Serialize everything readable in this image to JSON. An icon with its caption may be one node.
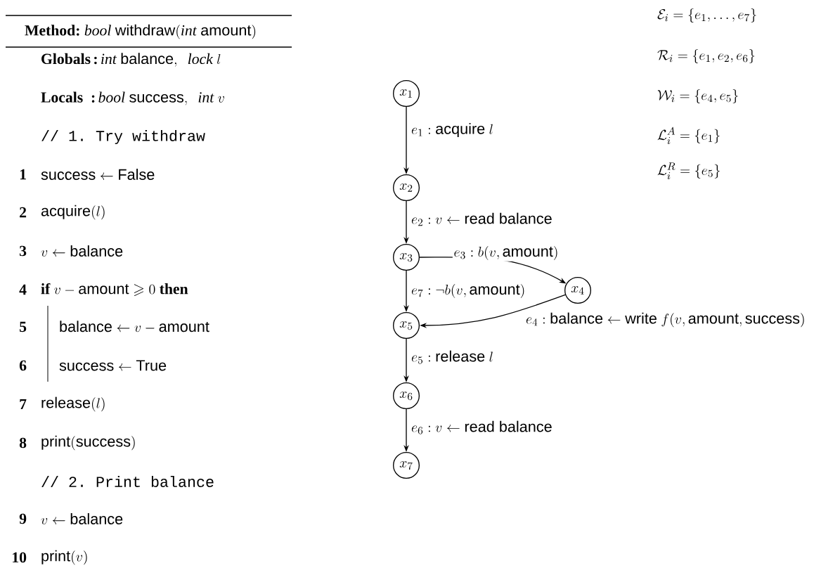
{
  "diagram": {
    "nodes": [
      {
        "text": [
          "x_1"
        ]
      },
      {
        "text": [
          "x_2"
        ]
      },
      {
        "text": [
          "x_3"
        ]
      },
      {
        "text": [
          "x_4"
        ]
      },
      {
        "text": [
          "x_5"
        ]
      },
      {
        "text": [
          "x_6"
        ]
      },
      {
        "text": [
          "x_7"
        ]
      }
    ],
    "edges": [
      {
        "from": 0,
        "to": 1,
        "arrow": "to",
        "label": "e_1 : \\textsf{acquire}\\ l"
      },
      {
        "from": 1,
        "to": 2,
        "arrow": "to",
        "label": "e_2 : v \\leftarrow \\textsf{read balance}"
      },
      {
        "from": 2,
        "to": 3,
        "arrow": "to",
        "label": "e_3 : b(v, \\textsf{amount})"
      },
      {
        "from": 2,
        "to": 4,
        "arrow": "to",
        "label": "e_7 : \\neg b(v, \\textsf{amount})"
      },
      {
        "from": 3,
        "to": 4,
        "arrow": "to",
        "label": "e_4 : \\textsf{balance} \\leftarrow \\textsf{write}\\ f(v, \\textsf{amount}, \\textsf{success})"
      },
      {
        "from": 4,
        "to": 5,
        "arrow": "to",
        "label": "e_5 : \\textsf{release}\\ l"
      },
      {
        "from": 5,
        "to": 6,
        "arrow": "to",
        "label": "e_6 : v \\leftarrow \\textsf{read balance}"
      }
    ],
    "labels": [
      "\\textbf{Method:}\\ \\mathit{bool}\\ \\textsf{withdraw}(\\mathit{int}\\ \\textsf{amount})",
      "\\textbf{Globals}\\,\\textbf{:}\\,\\mathit{int}\\ \\textsf{balance},\\ \\ \\mathit{lock}\\ l",
      "\\textbf{Locals}\\ \\ \\textbf{:}\\,\\mathit{bool}\\ \\textsf{success},\\ \\ \\mathit{int}\\ v",
      "// 1. Try withdraw",
      "1",
      "\\textsf{success} \\leftarrow \\textsf{False}",
      "2",
      "\\textsf{acquire}(l)",
      "3",
      "v \\leftarrow \\textsf{balance}",
      "4",
      "\\textbf{if}\\ v - \\textsf{amount} \\geqslant 0\\ \\textbf{then}",
      "5",
      "\\textsf{balance} \\leftarrow v - \\textsf{amount}",
      "6",
      "\\textsf{success} \\leftarrow \\textsf{True}",
      "7",
      "\\textsf{release}(l)",
      "8",
      "\\textsf{print}(\\textsf{success})",
      "// 2. Print balance",
      "9",
      "v \\leftarrow \\textsf{balance}",
      "10",
      "\\textsf{print}(v)",
      "\\mathcal{E}_i = \\{e_1, \\ldots, e_7\\}",
      "\\mathcal{R}_i = \\{e_1, e_2, e_6\\}",
      "\\mathcal{W}_i = \\{e_4, e_5\\}",
      "\\mathcal{L}_i^A = \\{e_1\\}",
      "\\mathcal{L}_i^R = \\{e_5\\}"
    ]
  }
}
